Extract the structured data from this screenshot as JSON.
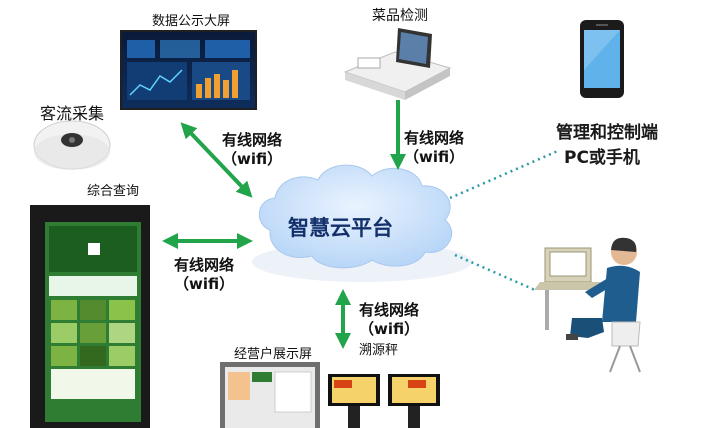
{
  "labels": {
    "big_screen": "数据公示大屏",
    "veg_test": "菜品检测",
    "traffic": "客流采集",
    "query": "综合查询",
    "control_line1": "管理和控制端",
    "control_line2": "PC或手机",
    "cloud": "智慧云平台",
    "vendor_screen": "经营户展示屏",
    "scale": "溯源秤"
  },
  "links": {
    "top_left": {
      "line1": "有线网络",
      "line2": "（wifi）"
    },
    "top_mid": {
      "line1": "有线网络",
      "line2": "（wifi）"
    },
    "left": {
      "line1": "有线网络",
      "line2": "（wifi）"
    },
    "bottom": {
      "line1": "有线网络",
      "line2": "（wifi）"
    }
  },
  "colors": {
    "arrow": "#21a44a",
    "dotted": "#2a9aa6",
    "cloud_fill": "#cfe3fb",
    "cloud_text": "#13306b"
  }
}
